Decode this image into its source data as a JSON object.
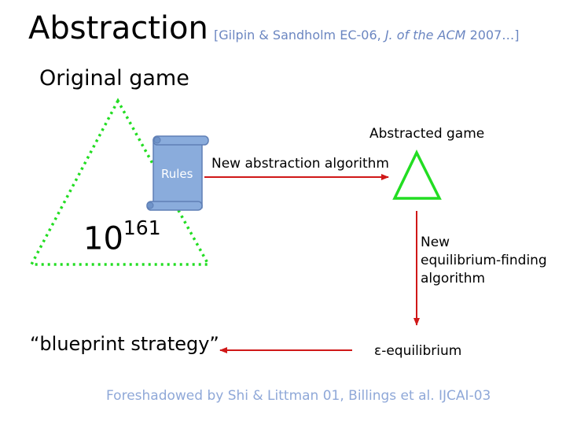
{
  "title": "Abstraction",
  "citation": {
    "open": "[Gilpin & Sandholm EC-06, ",
    "journal": "J. of the ACM",
    "close": " 2007…]"
  },
  "original_game_label": "Original game",
  "game_size": {
    "base": "10",
    "exponent": "161"
  },
  "rules_label": "Rules",
  "arrow_abstraction_label": "New abstraction algorithm",
  "abstracted_game_label": "Abstracted game",
  "arrow_equilibrium_label": [
    "New",
    "equilibrium-finding",
    "algorithm"
  ],
  "equilibrium_label": "ε-equilibrium",
  "strategy_label": "“blueprint strategy”",
  "footer": "Foreshadowed by Shi & Littman 01, Billings et al. IJCAI-03",
  "colors": {
    "triangle_green": "#22dd22",
    "arrow_red": "#d01818",
    "scroll_blue": "#8aacdc",
    "citation_blue": "#6b86c1"
  }
}
